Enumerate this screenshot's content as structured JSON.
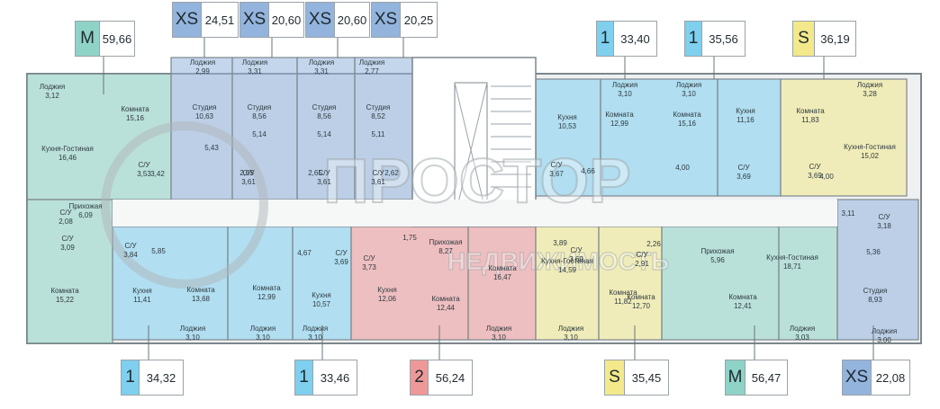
{
  "watermark": {
    "brand": "ПРОСТОР",
    "subtitle": "НЕДВИЖИМОСТЬ"
  },
  "apartment_tags_top": [
    {
      "code": "M",
      "area": "59,66"
    },
    {
      "code": "XS",
      "area": "24,51"
    },
    {
      "code": "XS",
      "area": "20,60"
    },
    {
      "code": "XS",
      "area": "20,60"
    },
    {
      "code": "XS",
      "area": "20,25"
    },
    {
      "code": "1",
      "area": "33,40"
    },
    {
      "code": "1",
      "area": "35,56"
    },
    {
      "code": "S",
      "area": "36,19"
    }
  ],
  "apartment_tags_bottom": [
    {
      "code": "1",
      "area": "34,32"
    },
    {
      "code": "1",
      "area": "33,46"
    },
    {
      "code": "2",
      "area": "56,24"
    },
    {
      "code": "S",
      "area": "35,45"
    },
    {
      "code": "M",
      "area": "56,47"
    },
    {
      "code": "XS",
      "area": "22,08"
    }
  ],
  "tag_colors": {
    "M": "#8fd3c7",
    "XS": "#93b4dd",
    "1": "#7fcfee",
    "S": "#f3e98a",
    "2": "#ef9898"
  },
  "room_labels": [
    {
      "name": "Лоджия",
      "area": "3,12"
    },
    {
      "name": "Комната",
      "area": "15,16"
    },
    {
      "name": "Кухня-Гостиная",
      "area": "16,46"
    },
    {
      "name": "С/У",
      "area": "3,53"
    },
    {
      "name": "",
      "area": "3,42"
    },
    {
      "name": "",
      "area": "5,43"
    },
    {
      "name": "Лоджия",
      "area": "2,99"
    },
    {
      "name": "Студия",
      "area": "10,63"
    },
    {
      "name": "Лоджия",
      "area": "3,31"
    },
    {
      "name": "Студия",
      "area": "8,56"
    },
    {
      "name": "",
      "area": "5,14"
    },
    {
      "name": "С/У",
      "area": "3,61"
    },
    {
      "name": "",
      "area": "2,65"
    },
    {
      "name": "Лоджия",
      "area": "3,31"
    },
    {
      "name": "Студия",
      "area": "8,56"
    },
    {
      "name": "",
      "area": "5,14"
    },
    {
      "name": "С/У",
      "area": "3,61"
    },
    {
      "name": "",
      "area": "2,65"
    },
    {
      "name": "Лоджия",
      "area": "2,77"
    },
    {
      "name": "Студия",
      "area": "8,52"
    },
    {
      "name": "",
      "area": "5,11"
    },
    {
      "name": "С/У",
      "area": "3,61"
    },
    {
      "name": "",
      "area": "2,62"
    },
    {
      "name": "Кухня",
      "area": "10,53"
    },
    {
      "name": "С/У",
      "area": "3,67"
    },
    {
      "name": "",
      "area": "4,66"
    },
    {
      "name": "Лоджия",
      "area": "3,10"
    },
    {
      "name": "Комната",
      "area": "12,99"
    },
    {
      "name": "Лоджия",
      "area": "3,10"
    },
    {
      "name": "Комната",
      "area": "15,16"
    },
    {
      "name": "",
      "area": "4,00"
    },
    {
      "name": "Кухня",
      "area": "11,16"
    },
    {
      "name": "С/У",
      "area": "3,69"
    },
    {
      "name": "Комната",
      "area": "11,83"
    },
    {
      "name": "Лоджия",
      "area": "3,28"
    },
    {
      "name": "Кухня-Гостиная",
      "area": "15,02"
    },
    {
      "name": "С/У",
      "area": "3,69"
    },
    {
      "name": "",
      "area": "4,00"
    },
    {
      "name": "С/У",
      "area": "2,08"
    },
    {
      "name": "Прихожая",
      "area": "6,09"
    },
    {
      "name": "С/У",
      "area": "3,09"
    },
    {
      "name": "С/У",
      "area": "3,84"
    },
    {
      "name": "",
      "area": "5,85"
    },
    {
      "name": "Комната",
      "area": "15,22"
    },
    {
      "name": "Кухня",
      "area": "11,41"
    },
    {
      "name": "Комната",
      "area": "13,68"
    },
    {
      "name": "Лоджия",
      "area": "3,10"
    },
    {
      "name": "Комната",
      "area": "12,99"
    },
    {
      "name": "Лоджия",
      "area": "3,10"
    },
    {
      "name": "",
      "area": "4,67"
    },
    {
      "name": "С/У",
      "area": "3,69"
    },
    {
      "name": "Кухня",
      "area": "10,57"
    },
    {
      "name": "Лоджия",
      "area": "3,10"
    },
    {
      "name": "С/У",
      "area": "3,73"
    },
    {
      "name": "",
      "area": "1,75"
    },
    {
      "name": "Прихожая",
      "area": "8,27"
    },
    {
      "name": "Кухня",
      "area": "12,06"
    },
    {
      "name": "Комната",
      "area": "12,44"
    },
    {
      "name": "Комната",
      "area": "16,47"
    },
    {
      "name": "Лоджия",
      "area": "3,10"
    },
    {
      "name": "Кухня-Гостиная",
      "area": "14,59"
    },
    {
      "name": "",
      "area": "3,89"
    },
    {
      "name": "С/У",
      "area": "3,69"
    },
    {
      "name": "Лоджия",
      "area": "3,10"
    },
    {
      "name": "Комната",
      "area": "11,82"
    },
    {
      "name": "С/У",
      "area": "2,91"
    },
    {
      "name": "",
      "area": "2,26"
    },
    {
      "name": "Прихожая",
      "area": "5,96"
    },
    {
      "name": "Комната",
      "area": "12,70"
    },
    {
      "name": "Комната",
      "area": "12,41"
    },
    {
      "name": "Кухня-Гостиная",
      "area": "18,71"
    },
    {
      "name": "Лоджия",
      "area": "3,03"
    },
    {
      "name": "",
      "area": "3,11"
    },
    {
      "name": "С/У",
      "area": "3,18"
    },
    {
      "name": "",
      "area": "5,36"
    },
    {
      "name": "Студия",
      "area": "8,93"
    },
    {
      "name": "Лоджия",
      "area": "3,00"
    }
  ]
}
